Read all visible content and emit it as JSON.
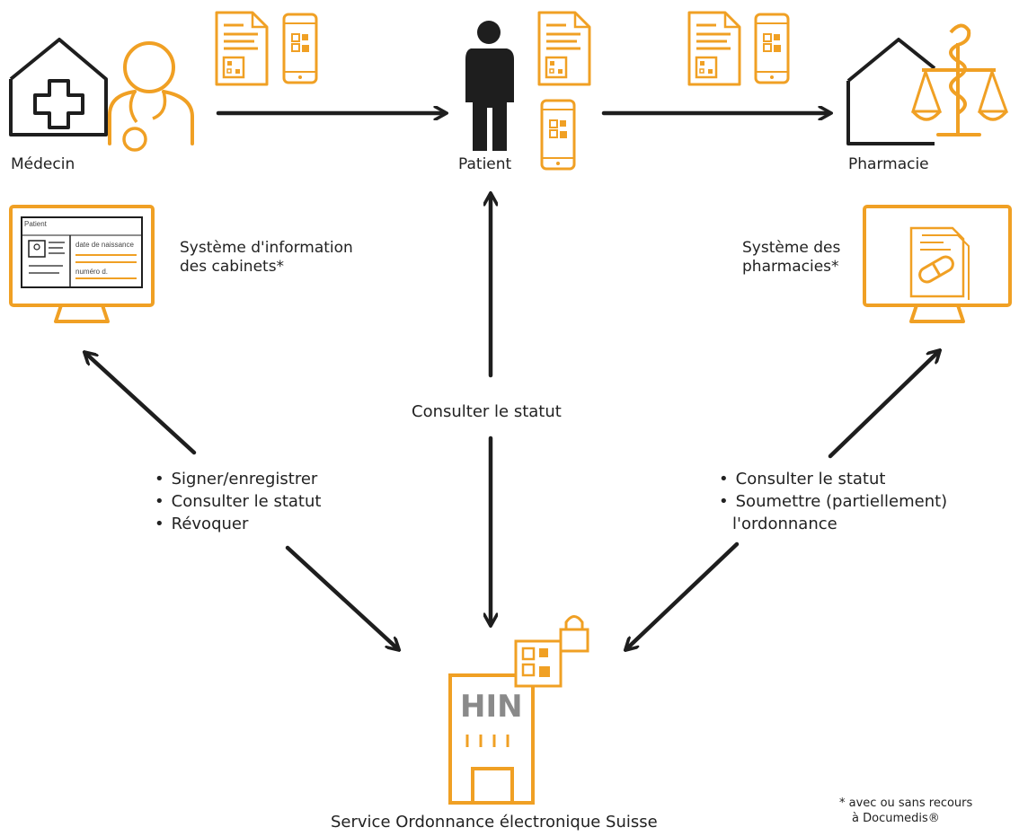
{
  "actors": {
    "doctor": "Médecin",
    "patient": "Patient",
    "pharmacy": "Pharmacie"
  },
  "systems": {
    "practice": [
      "Système d'information",
      "des cabinets*"
    ],
    "pharmacy": [
      "Système des",
      "pharmacies*"
    ]
  },
  "screen_form": {
    "patient": "Patient",
    "birth_date": "date de naissance",
    "number": "numéro d."
  },
  "center_action": "Consulter le statut",
  "doctor_actions": [
    "Signer/enregistrer",
    "Consulter le statut",
    "Révoquer"
  ],
  "pharmacy_actions": [
    "Consulter le statut",
    "Soumettre (partiellement)",
    "l'ordonnance"
  ],
  "service": {
    "logo": "HIN",
    "name": "Service Ordonnance électronique Suisse"
  },
  "footnote": [
    "* avec ou sans recours",
    "à Documedis®"
  ],
  "colors": {
    "accent": "#F0A024",
    "ink": "#1e1e1e",
    "gray": "#8a8a8a"
  },
  "icons": [
    "medical-house-icon",
    "doctor-icon",
    "patient-icon",
    "pharmacy-house-icon",
    "caduceus-scale-icon",
    "prescription-document-icon",
    "smartphone-qr-icon",
    "monitor-icon",
    "lock-icon",
    "hin-building-icon"
  ]
}
